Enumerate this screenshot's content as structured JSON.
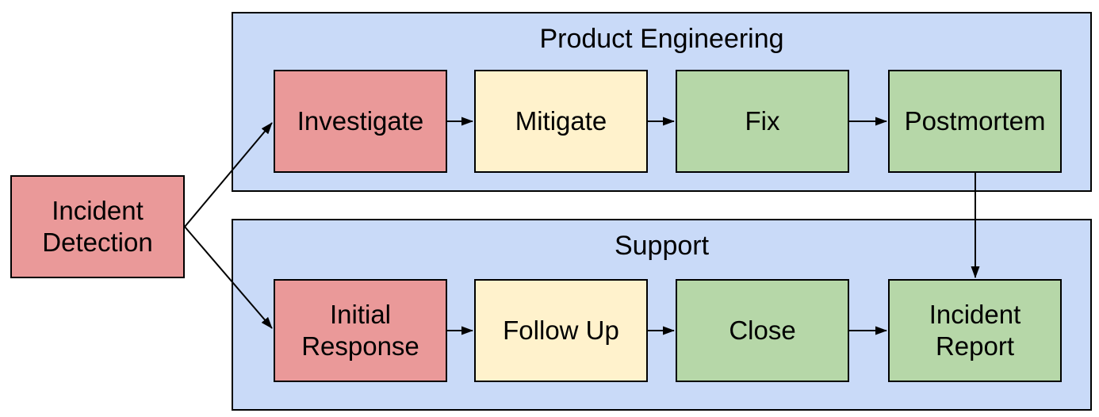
{
  "colors": {
    "background": "#ffffff",
    "lane_fill": "#c9daf8",
    "node_red": "#ea9999",
    "node_yellow": "#fff2cc",
    "node_green": "#b6d7a8",
    "border": "#000000",
    "arrow": "#000000",
    "text": "#000000"
  },
  "start_node": {
    "label": "Incident\nDetection",
    "color": "#ea9999"
  },
  "lanes": [
    {
      "title": "Product Engineering",
      "steps": [
        {
          "label": "Investigate",
          "color": "#ea9999"
        },
        {
          "label": "Mitigate",
          "color": "#fff2cc"
        },
        {
          "label": "Fix",
          "color": "#b6d7a8"
        },
        {
          "label": "Postmortem",
          "color": "#b6d7a8"
        }
      ]
    },
    {
      "title": "Support",
      "steps": [
        {
          "label": "Initial\nResponse",
          "color": "#ea9999"
        },
        {
          "label": "Follow Up",
          "color": "#fff2cc"
        },
        {
          "label": "Close",
          "color": "#b6d7a8"
        },
        {
          "label": "Incident\nReport",
          "color": "#b6d7a8"
        }
      ]
    }
  ],
  "edges": [
    {
      "from": "Incident Detection",
      "to": "Investigate"
    },
    {
      "from": "Incident Detection",
      "to": "Initial Response"
    },
    {
      "from": "Investigate",
      "to": "Mitigate"
    },
    {
      "from": "Mitigate",
      "to": "Fix"
    },
    {
      "from": "Fix",
      "to": "Postmortem"
    },
    {
      "from": "Postmortem",
      "to": "Incident Report"
    },
    {
      "from": "Initial Response",
      "to": "Follow Up"
    },
    {
      "from": "Follow Up",
      "to": "Close"
    },
    {
      "from": "Close",
      "to": "Incident Report"
    }
  ]
}
